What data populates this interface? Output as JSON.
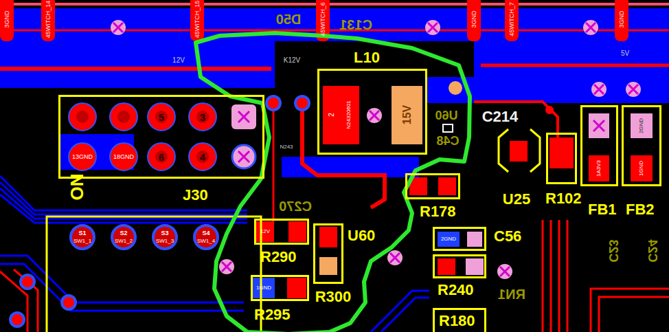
{
  "diagram": {
    "nodes": [
      {
        "text": [
          "L10"
        ]
      },
      {
        "text": [
          "J30"
        ]
      },
      {
        "text": [
          "FB1"
        ]
      },
      {
        "text": [
          "FB2"
        ]
      },
      {
        "text": [
          "R102"
        ]
      },
      {
        "text": [
          "R178"
        ]
      },
      {
        "text": [
          "R290"
        ]
      },
      {
        "text": [
          "U60"
        ]
      },
      {
        "text": [
          "C56"
        ]
      },
      {
        "text": [
          "R240"
        ]
      },
      {
        "text": [
          "R295"
        ]
      },
      {
        "text": [
          "R180"
        ]
      }
    ],
    "labels": [
      "3GND",
      "45WITCH_14",
      "45WITCH_15",
      "D50",
      "C131",
      "45WITCH_6",
      "3GND",
      "45WITCH_7",
      "3GND",
      "12V",
      "K12V",
      "5V",
      "2",
      "N24320601",
      "15V",
      "U60",
      "C214",
      "C48",
      "5",
      "3",
      "2GND",
      "N243",
      "13GND",
      "18GND",
      "6",
      "4",
      "1A3V3",
      "1GND",
      "ON",
      "U25",
      "C270",
      "S1",
      "SW1_1",
      "S2",
      "SW1_2",
      "S3",
      "SW1_3",
      "S4",
      "SW1_4",
      "12V",
      "2GND",
      "C23",
      "C24",
      "RN1",
      "R300",
      "1GND"
    ]
  }
}
